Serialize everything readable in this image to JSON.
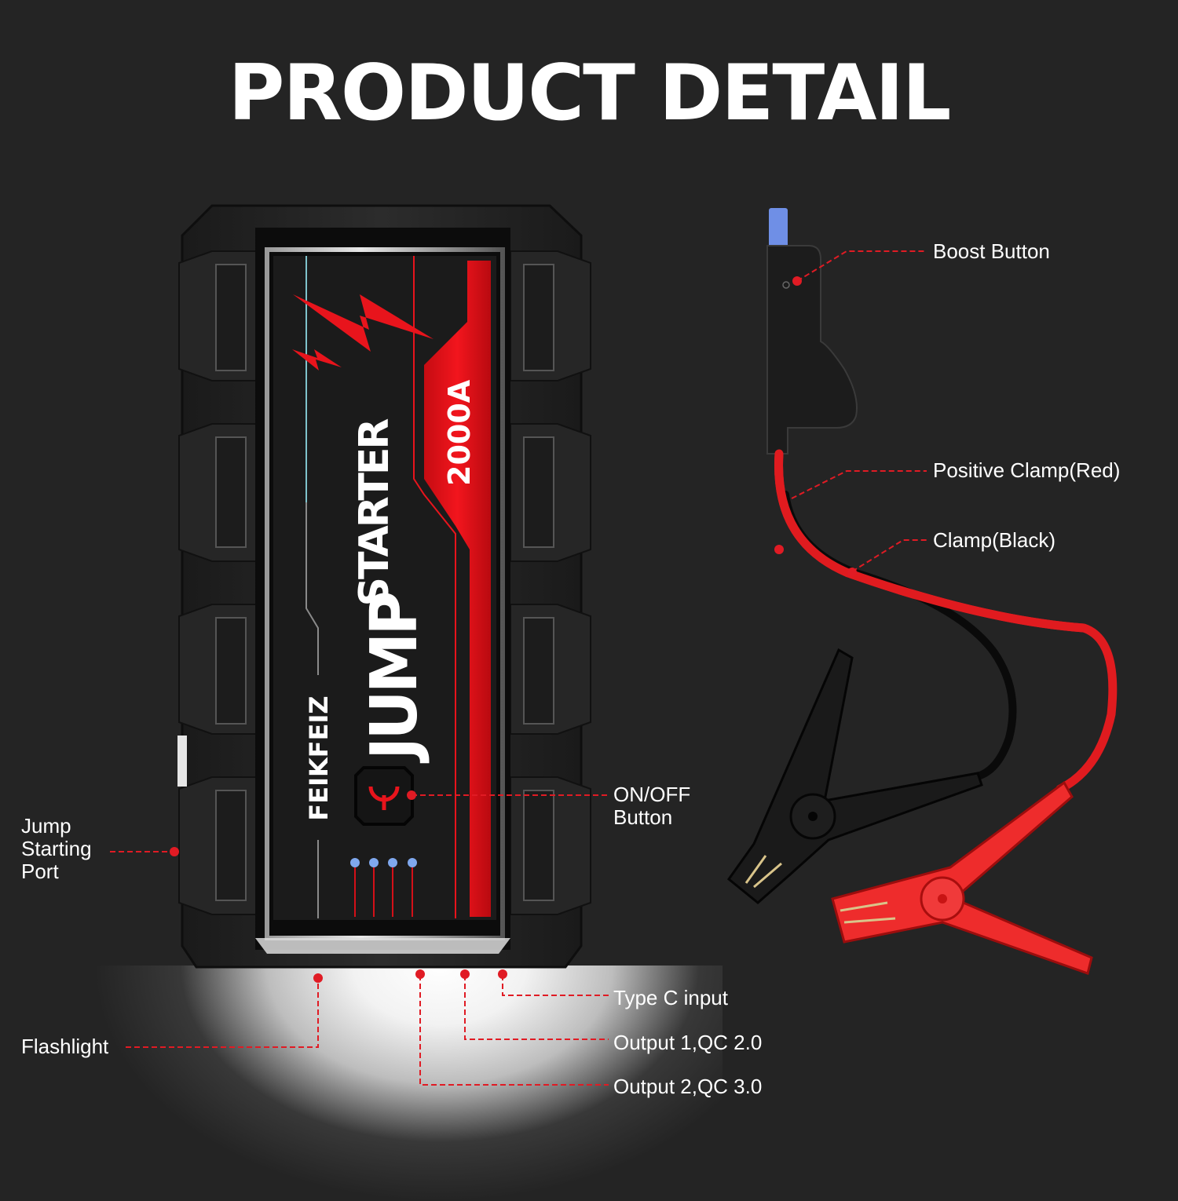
{
  "title": "PRODUCT DETAIL",
  "product": {
    "brand": "FEIKFEIZ",
    "name_line1": "JUMP",
    "name_line2": "STARTER",
    "peak_current": "2000A",
    "battery_indicator_leds": 4
  },
  "callouts": {
    "boost_button": "Boost Button",
    "positive_clamp": "Positive Clamp(Red)",
    "negative_clamp": "Clamp(Black)",
    "on_off_line1": "ON/OFF",
    "on_off_line2": "Button",
    "jump_port_line1": "Jump",
    "jump_port_line2": "Starting",
    "jump_port_line3": "Port",
    "flashlight": "Flashlight",
    "type_c": "Type C input",
    "output1": "Output 1,QC 2.0",
    "output2": "Output 2,QC 3.0"
  },
  "colors": {
    "background": "#242424",
    "accent_red": "#e8141c",
    "callout_red": "#e01b24",
    "led_blue": "#7fa8ee",
    "boost_blue": "#6f8fe6"
  }
}
